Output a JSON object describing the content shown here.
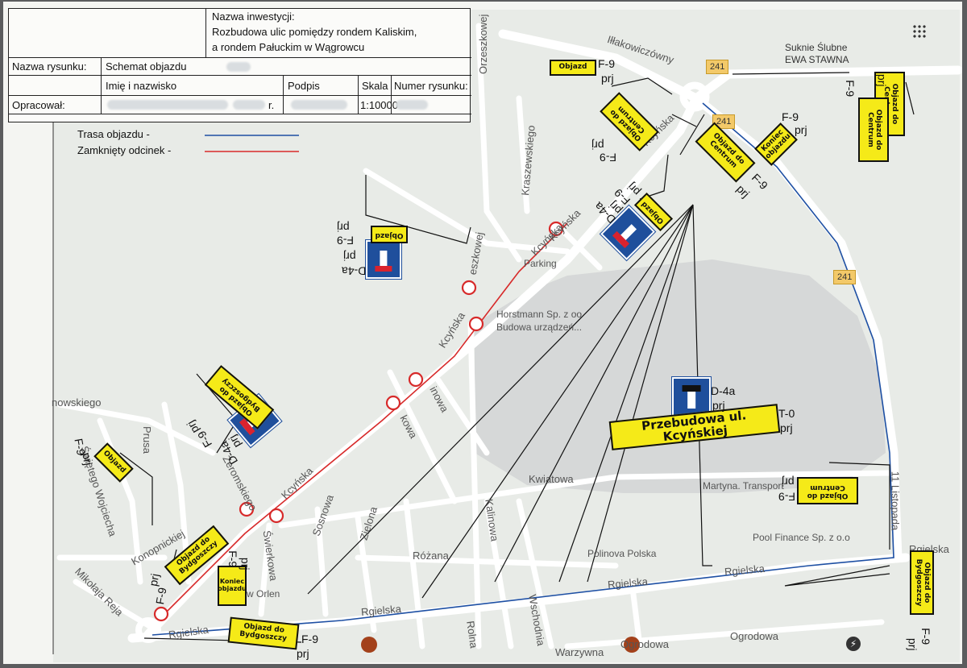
{
  "title_block": {
    "investment_label": "Nazwa inwestycji:",
    "investment_line1": "Rozbudowa ulic pomiędzy rondem Kaliskim,",
    "investment_line2": "a rondem Pałuckim w Wągrowcu",
    "drawing_name_label": "Nazwa rysunku:",
    "drawing_name_value": "Schemat objazdu",
    "name_header": "Imię i nazwisko",
    "signature_header": "Podpis",
    "scale_header": "Skala",
    "drawing_number_header": "Numer rysunku:",
    "prepared_label": "Opracował:",
    "date_suffix": "r.",
    "scale_value": "1:10000"
  },
  "legend": {
    "detour_route": "Trasa objazdu -",
    "closed_section": "Zamknięty odcinek -",
    "detour_color": "#1d4fa3",
    "closed_color": "#d72a2a"
  },
  "streets": {
    "orzeszkowej": "Orzeszkowej",
    "illakowiczowny": "Iłłakowiczówny",
    "kraszewskiego": "Kraszewskiego",
    "kcynska_1": "Kcyńska",
    "kcynska_2": "Kcyńska",
    "kcynska_3": "Kcyńska",
    "kcynska_4": "Kcyńska",
    "kcynska_5": "Kcyńska",
    "eszkowej": "eszkowej",
    "nowskiego": "nowskiego",
    "prusa": "Prusa",
    "swietego_wojciecha": "Świętego Wojciecha",
    "zeromskiego": "Żeromskiego",
    "konopnickiej": "Konopnickiej",
    "mikolaja_reja": "Mikołaja Reja",
    "sosnowa": "Sosnowa",
    "swierkowa": "Świerkowa",
    "zielona": "Zielona",
    "kalinowa": "Kalinowa",
    "kwiatowa": "Kwiatowa",
    "rozana": "Różana",
    "rgielska_1": "Rgielska",
    "rgielska_2": "Rgielska",
    "rgielska_3": "Rgielska",
    "rgielska_4": "Rgielska",
    "rgielska_5": "Rgielska",
    "rolna": "Rolna",
    "wschodnia": "Wschodnia",
    "warzywna": "Warzywna",
    "ogrodowa_1": "Ogrodowa",
    "ogrodowa_2": "Ogrodowa",
    "listopada": "11 Listopada",
    "inowa": "inowa",
    "kowa": "kowa"
  },
  "pois": {
    "suknie_line1": "Suknie Ślubne",
    "suknie_line2": "EWA STAWNA",
    "parking": "Parking",
    "horstmann_line1": "Horstmann Sp. z oo",
    "horstmann_line2": "Budowa urządzeń...",
    "martyna": "Martyna. Transport",
    "pool_finance": "Pool Finance Sp. z o.o",
    "polinova": "Polinova Polska",
    "orlen": "Paliw Orlen",
    "route_241_a": "241",
    "route_241_b": "241",
    "route_241_c": "241"
  },
  "signs": {
    "main_banner": "Przebudowa ul. Kcyńskiej",
    "objazd": "Objazd",
    "objazd_do_centrum": "Objazd do Centrum",
    "objazd_do_bydgoszczy": "Objazd do Bydgoszczy",
    "koniec_objazdu": "Koniec objazdu",
    "code_f9": "F-9",
    "code_d4a": "D-4a",
    "code_t0": "T-0",
    "code_prj": "prj"
  }
}
